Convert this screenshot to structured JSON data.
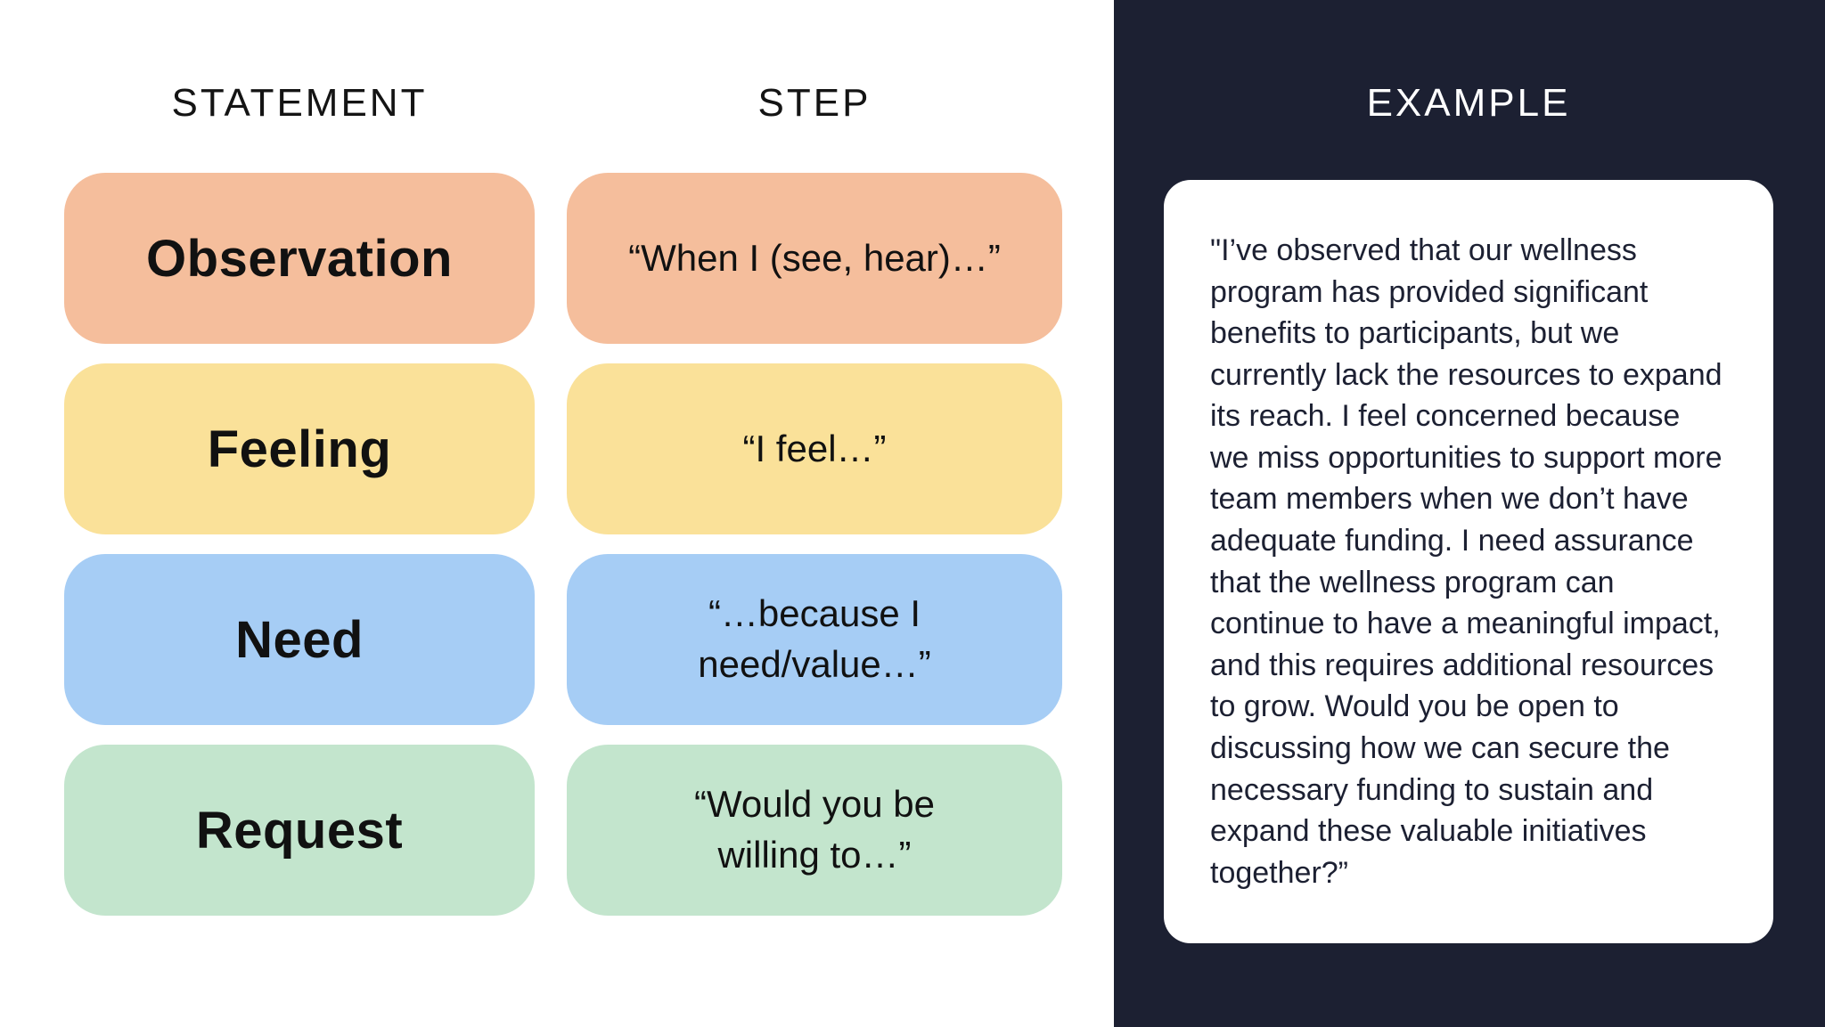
{
  "colors": {
    "observation": "#F5BE9C",
    "feeling": "#FAE199",
    "need": "#A6CDF5",
    "request": "#C3E5CD",
    "panel_dark": "#1C2032",
    "card_bg": "#FFFFFF"
  },
  "left": {
    "statement_header": "STATEMENT",
    "step_header": "STEP",
    "rows": [
      {
        "statement": "Observation",
        "step": "“When I (see, hear)…”"
      },
      {
        "statement": "Feeling",
        "step": "“I feel…”"
      },
      {
        "statement": "Need",
        "step": "“…because I\nneed/value…”"
      },
      {
        "statement": "Request",
        "step": "“Would you be\nwilling to…”"
      }
    ]
  },
  "right": {
    "header": "EXAMPLE",
    "example_text": "\"I’ve observed that our wellness program has provided significant benefits to participants, but we currently lack the resources to expand its reach. I feel concerned because we miss opportunities to support more team members when we don’t have adequate funding. I need assurance that the wellness program can continue to have a meaningful impact, and this requires additional resources to grow. Would you be open to discussing how we can secure the necessary funding to sustain and expand these valuable initiatives together?”"
  }
}
